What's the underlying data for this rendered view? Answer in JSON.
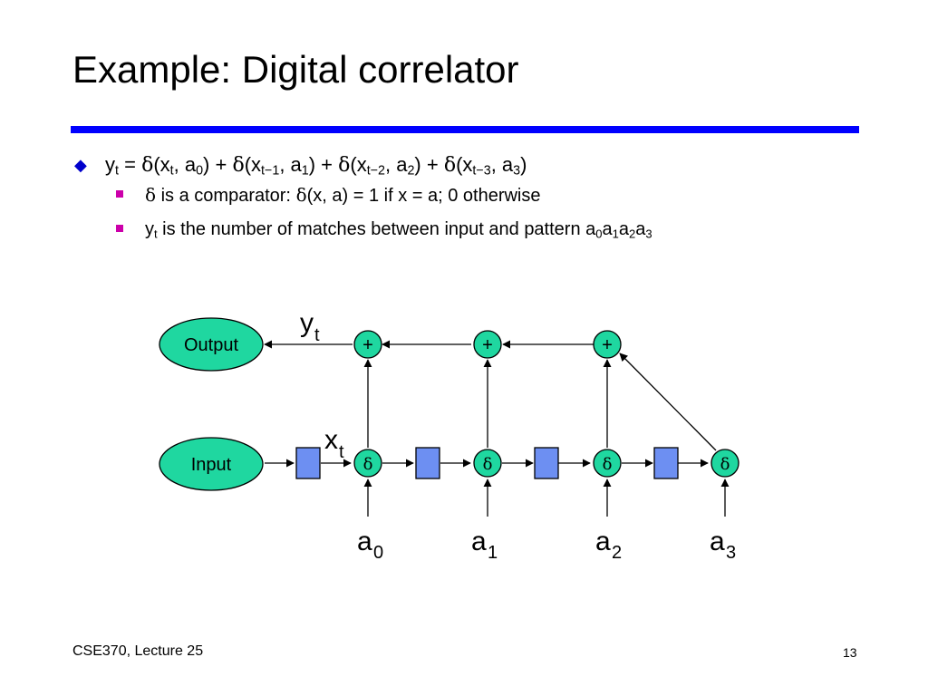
{
  "slide": {
    "title": "Example: Digital correlator",
    "page_number": "13",
    "footer": "CSE370, Lecture 25"
  },
  "bullets": {
    "main": {
      "y": "y",
      "t": "t",
      "eq": " = ",
      "d": "δ",
      "x": "(x",
      "sub_t": "t",
      "a0": ", a",
      "s0": "0",
      "c0": ") + ",
      "sub_t1": "t−1",
      "s1": "1",
      "sub_t2": "t−2",
      "s2": "2",
      "sub_t3": "t−3",
      "s3": "3",
      "end": ")"
    },
    "sub1": {
      "delta": "δ",
      "text1": " is a comparator:  ",
      "text2": "(x, a) = 1 if x = a; 0 otherwise"
    },
    "sub2": {
      "y": "y",
      "t": "t",
      "text": " is the number of matches between input and pattern a",
      "i0": "0",
      "a1": "a",
      "i1": "1",
      "a2": "a",
      "i2": "2",
      "a3": "a",
      "i3": "3"
    }
  },
  "diagram": {
    "output_label": "Output",
    "input_label": "Input",
    "plus_symbol": "+",
    "delta_symbol": "δ",
    "y_label": "y",
    "y_sub": "t",
    "x_label": "x",
    "x_sub": "t",
    "a_base": "a",
    "a_subs": [
      "0",
      "1",
      "2",
      "3"
    ],
    "colors": {
      "node_fill": "#1fd7a0",
      "register_fill": "#6d8ff2",
      "rule": "#0000ff"
    }
  }
}
